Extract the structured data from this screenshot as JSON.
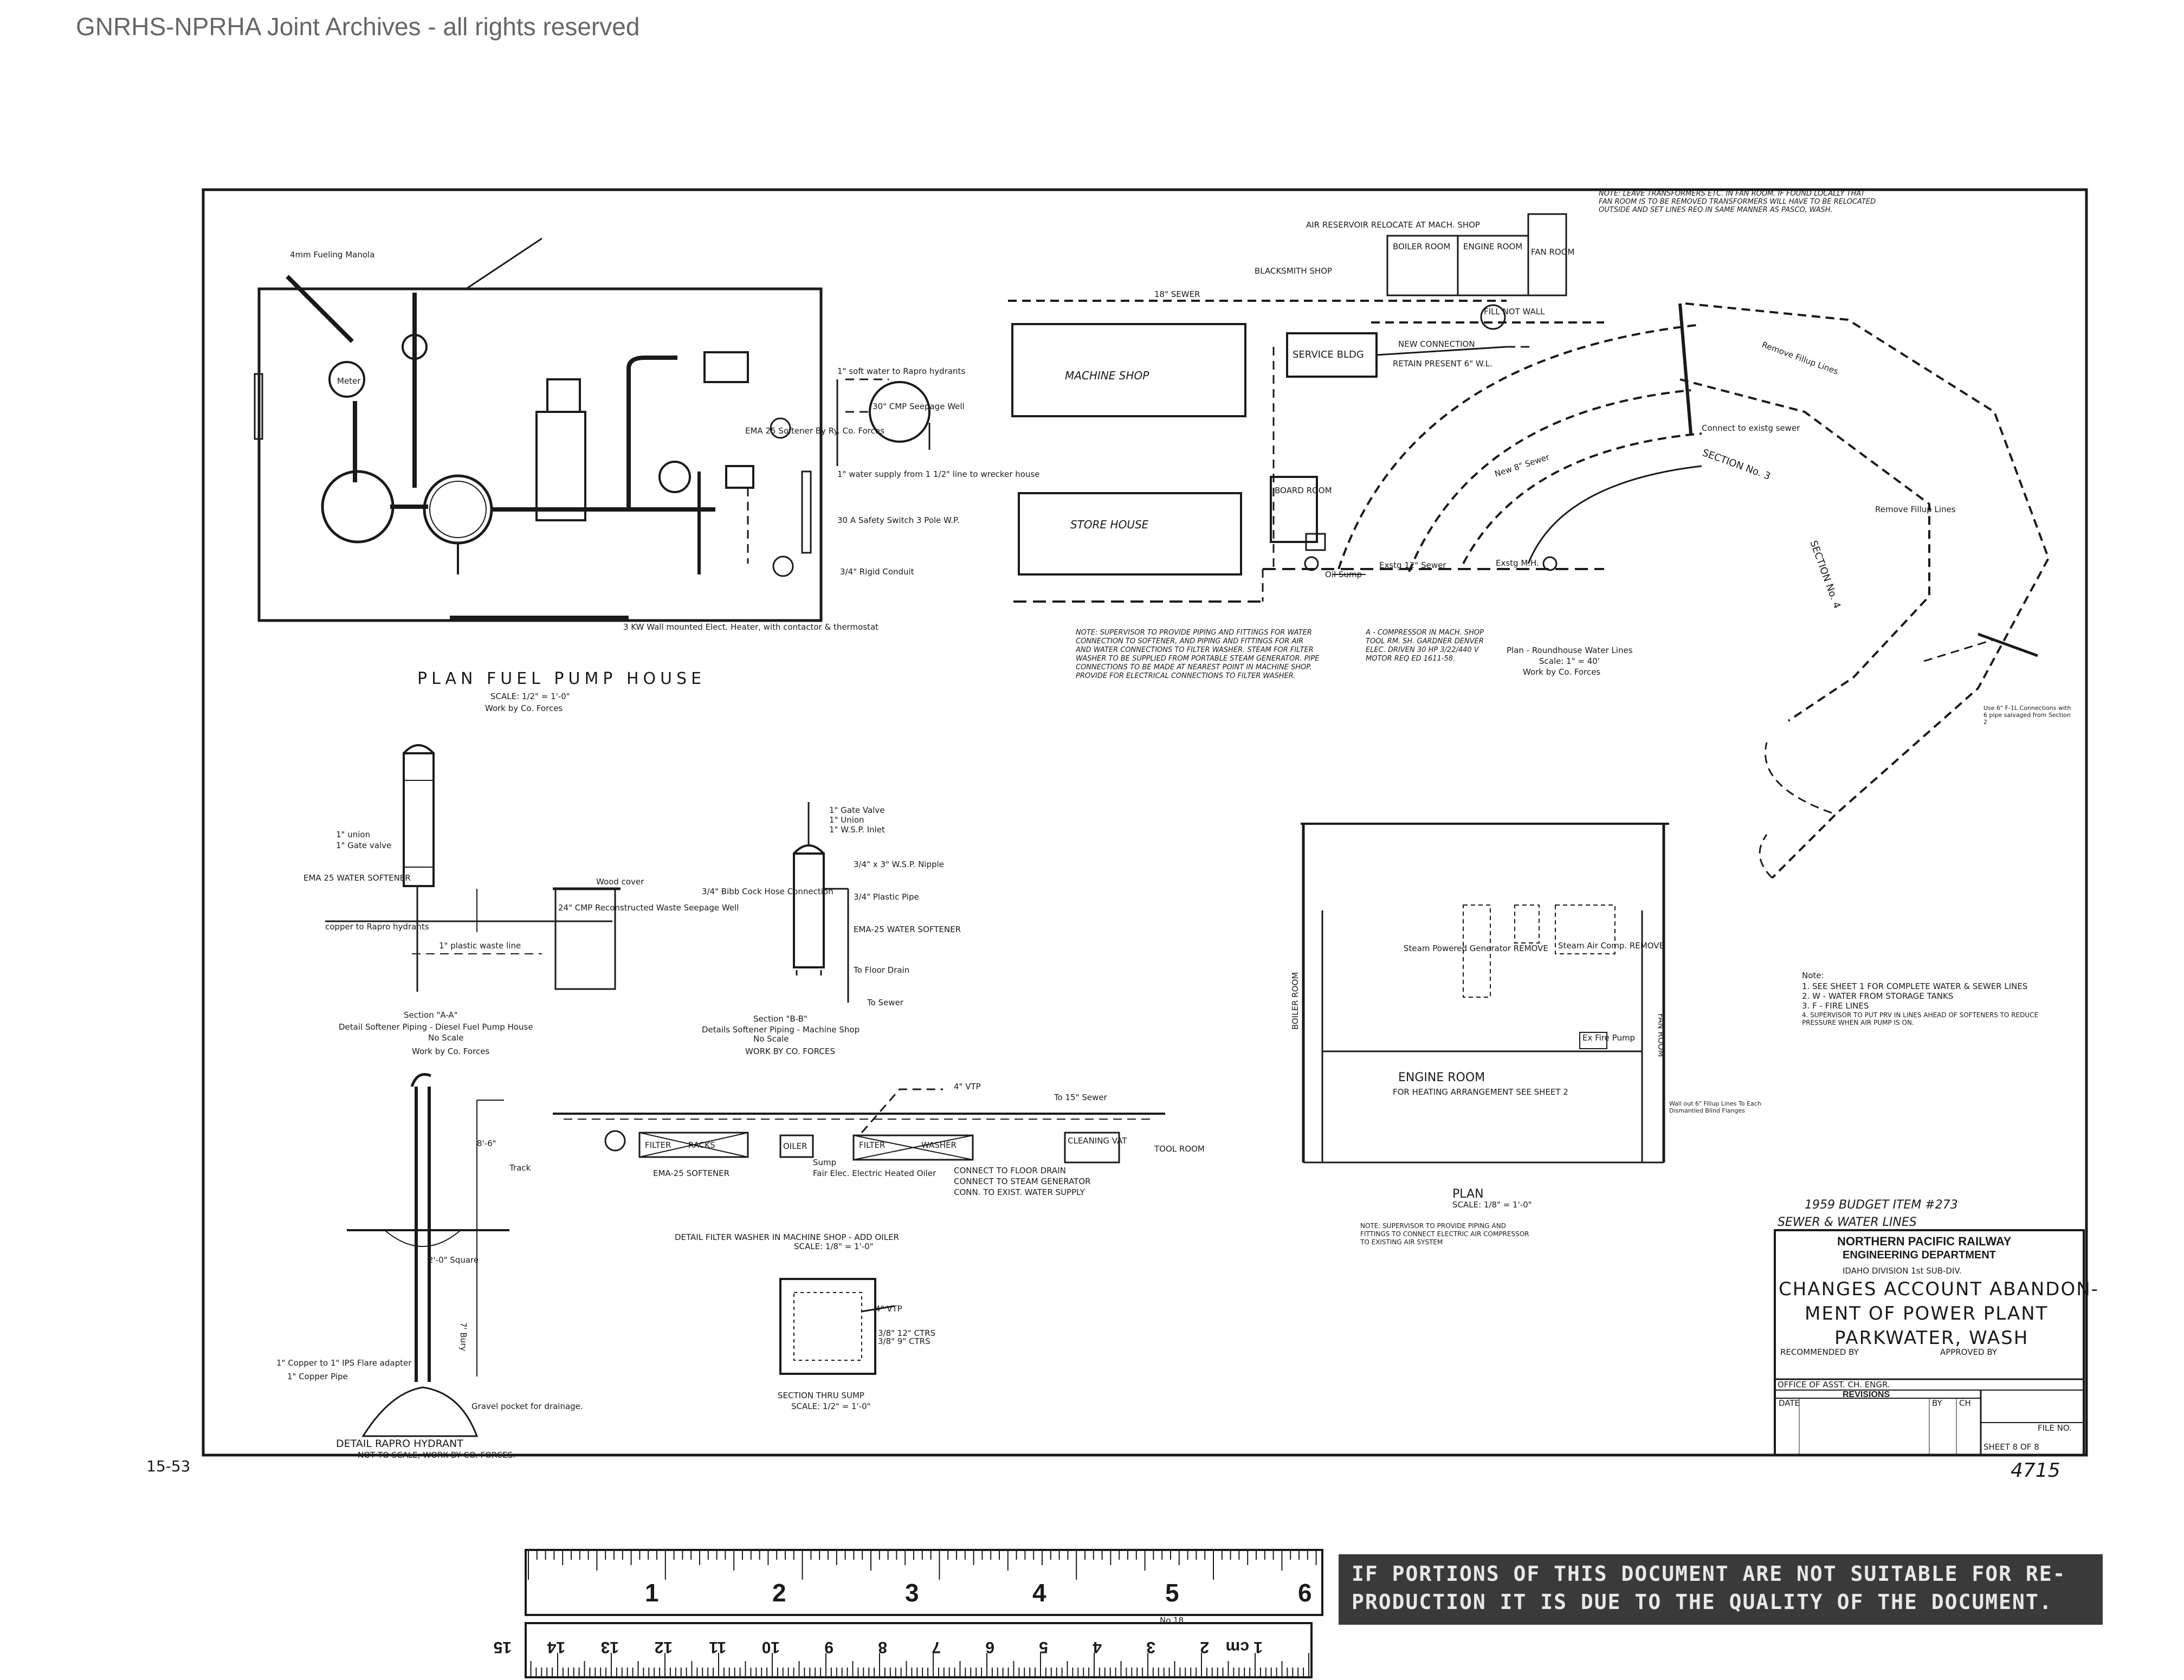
{
  "watermark": "GNRHS-NPRHA Joint Archives - all rights reserved",
  "notice": {
    "line1": "IF PORTIONS OF THIS DOCUMENT ARE NOT SUITABLE FOR RE-",
    "line2": "PRODUCTION IT IS DUE TO THE QUALITY OF THE DOCUMENT."
  },
  "ruler": {
    "inches": [
      "1",
      "2",
      "3",
      "4",
      "5",
      "6"
    ],
    "cm": [
      "1 cm",
      "2",
      "3",
      "4",
      "5",
      "6",
      "7",
      "8",
      "9",
      "10",
      "11",
      "12",
      "13",
      "14",
      "15"
    ],
    "mark": "No.18"
  },
  "fuel_pump_house": {
    "title": "PLAN FUEL PUMP HOUSE",
    "scale": "SCALE: 1/2\" = 1'-0\"",
    "work": "Work by Co. Forces",
    "labels": {
      "meter": "Meter",
      "fueling_manola": "4mm Fueling Manola",
      "soft_water": "1\" soft water to Rapro hydrants",
      "cmp": "30\" CMP Seepage Well",
      "softener": "EMA 25 Softener By Ry. Co. Forces",
      "water_supply": "1\" water supply from 1 1/2\" line to wrecker house",
      "safety_switch": "30 A Safety Switch 3 Pole W.P.",
      "conduit": "3/4\" Rigid Conduit",
      "heater": "3 KW Wall mounted Elect. Heater, with contactor & thermostat"
    }
  },
  "roundhouse": {
    "title": "Plan - Roundhouse Water Lines",
    "scale": "Scale: 1\" = 40'",
    "work": "Work by Co. Forces",
    "buildings": {
      "machine_shop": "MACHINE SHOP",
      "store_house": "STORE HOUSE",
      "service_bldg": "SERVICE BLDG",
      "board_room": "BOARD ROOM",
      "boiler_room": "BOILER ROOM",
      "engine_room": "ENGINE ROOM",
      "fan_room": "FAN ROOM",
      "blacksmith_shop": "BLACKSMITH SHOP",
      "air_reservoir": "AIR RESERVOIR RELOCATE AT MACH. SHOP"
    },
    "labels": {
      "new_connection": "NEW CONNECTION",
      "retain": "RETAIN PRESENT 6\" W.L.",
      "sewer_18": "18\" SEWER",
      "new_sewer": "New 8\" Sewer",
      "existing_mh": "Exstg M.H.",
      "oil_sump": "Oil Sump",
      "existing_sewer": "Exstg 12\" Sewer",
      "connect": "Connect to existg sewer",
      "section3": "SECTION No. 3",
      "section4": "SECTION No. 4",
      "remove_fillup": "Remove Fillup Lines",
      "remove_pipe": "Remove Fillup Lines",
      "fill_not_wall": "FILL NOT WALL",
      "remove_lines_sect2": "Use 6\" F-1L Connections with 6 pipe salvaged from Section 2"
    },
    "note_transformers": "NOTE: LEAVE TRANSFORMERS ETC. IN FAN ROOM. IF FOUND LOCALLY THAT FAN ROOM IS TO BE REMOVED TRANSFORMERS WILL HAVE TO BE RELOCATED OUTSIDE AND SET LINES REQ IN SAME MANNER AS PASCO, WASH.",
    "note_supervisor": "NOTE: SUPERVISOR TO PROVIDE PIPING AND FITTINGS FOR WATER CONNECTION TO SOFTENER, AND PIPING AND FITTINGS FOR AIR AND WATER CONNECTIONS TO FILTER WASHER. STEAM FOR FILTER WASHER TO BE SUPPLIED FROM PORTABLE STEAM GENERATOR. PIPE CONNECTIONS TO BE MADE AT NEAREST POINT IN MACHINE SHOP. PROVIDE FOR ELECTRICAL CONNECTIONS TO FILTER WASHER.",
    "note_compressor": "A - COMPRESSOR IN MACH. SHOP TOOL RM. SH. GARDNER DENVER ELEC. DRIVEN 30 HP 3/22/440 V MOTOR REQ ED 1611-58."
  },
  "section_aa": {
    "title": "Section \"A-A\"",
    "subtitle": "Detail Softener Piping - Diesel Fuel Pump House",
    "scale": "No Scale",
    "work": "Work by Co. Forces",
    "labels": {
      "softener": "EMA 25 WATER SOFTENER",
      "cmp": "24\" CMP Reconstructed Waste Seepage Well",
      "wood_cover": "Wood cover",
      "plastic_waste": "1\" plastic waste line",
      "copper": "copper to Rapro hydrants",
      "union": "1\" union",
      "gate_valve": "1\" Gate valve"
    }
  },
  "section_bb": {
    "title": "Section \"B-B\"",
    "subtitle": "Details Softener Piping - Machine Shop",
    "scale": "No Scale",
    "work": "WORK BY CO. FORCES",
    "labels": {
      "gate_valve": "1\" Gate Valve",
      "union": "1\" Union",
      "inlet": "1\" W.S.P. Inlet",
      "bibb": "3/4\" Bibb Cock Hose Connection",
      "softener": "EMA-25 WATER SOFTENER",
      "floor_drain": "To Floor Drain",
      "sewer": "To Sewer",
      "nipple": "3/4\" x 3\" W.S.P. Nipple",
      "plastic": "3/4\" Plastic Pipe"
    }
  },
  "rapro": {
    "title": "DETAIL RAPRO HYDRANT",
    "subtitle": "NOT TO SCALE, WORK BY CO. FORCES.",
    "labels": {
      "dim_86": "8'-6\"",
      "track": "Track",
      "square": "2'-0\" Square",
      "bury": "7' Bury",
      "copper_adapter": "1\" Copper to 1\" IPS Flare adapter",
      "copper_pipe": "1\" Copper Pipe",
      "gravel": "Gravel pocket for drainage."
    }
  },
  "filter_washer": {
    "title": "DETAIL FILTER WASHER IN MACHINE SHOP - ADD OILER",
    "scale": "SCALE: 1/8\" = 1'-0\"",
    "labels": {
      "filter": "FILTER",
      "racks": "RACKS",
      "oiler": "OILER",
      "washer": "WASHER",
      "cleaning_vat": "CLEANING VAT",
      "tool_room": "TOOL ROOM",
      "sewer": "To 15\" Sewer",
      "vtp": "4\" VTP",
      "softener": "EMA-25 SOFTENER",
      "sump": "Sump",
      "fair_elec": "Fair Elec. Electric Heated Oiler",
      "connect_floor": "CONNECT TO FLOOR DRAIN",
      "connect_steam": "CONNECT TO STEAM GENERATOR",
      "conn_water": "CONN. TO EXIST. WATER SUPPLY"
    }
  },
  "sump": {
    "title": "SECTION THRU SUMP",
    "scale": "SCALE: 1/2\" = 1'-0\"",
    "labels": {
      "vtp": "4\" VTP",
      "bars1": "3/8\" 12\" CTRS",
      "bars2": "3/8\" 9\" CTRS"
    }
  },
  "engine_room_plan": {
    "title": "PLAN",
    "scale": "SCALE: 1/8\" = 1'-0\"",
    "engine_room": "ENGINE ROOM",
    "heating": "FOR HEATING ARRANGEMENT SEE SHEET 2",
    "boiler_room": "BOILER ROOM",
    "fan_room": "FAN ROOM",
    "steam_generator": "Steam Powered Generator REMOVE",
    "steam_air": "Steam Air Comp. REMOVE",
    "ex_fire_pump": "Ex Fire Pump",
    "wall_out": "Wall out 6\" Fillup Lines To Each Dismantled Blind Flanges",
    "note": "NOTE: SUPERVISOR TO PROVIDE PIPING AND FITTINGS TO CONNECT ELECTRIC AIR COMPRESSOR TO EXISTING AIR SYSTEM"
  },
  "notes": {
    "heading": "Note:",
    "items": [
      "1. SEE SHEET 1 FOR COMPLETE WATER & SEWER LINES",
      "2. W - WATER FROM STORAGE TANKS",
      "3. F - FIRE LINES",
      "4. SUPERVISOR TO PUT PRV IN LINES AHEAD OF SOFTENERS TO REDUCE PRESSURE WHEN AIR PUMP IS ON."
    ]
  },
  "title_block": {
    "budget": "1959 BUDGET ITEM #273",
    "subject": "SEWER & WATER LINES",
    "company": "NORTHERN PACIFIC RAILWAY",
    "dept": "ENGINEERING DEPARTMENT",
    "division": "IDAHO DIVISION 1st SUB-DIV.",
    "title1": "CHANGES ACCOUNT ABANDON-",
    "title2": "MENT OF POWER PLANT",
    "title3": "PARKWATER, WASH",
    "recommended": "RECOMMENDED BY",
    "approved": "APPROVED BY",
    "office": "OFFICE OF ASST. CH. ENGR.",
    "revisions": "REVISIONS",
    "date_col": "DATE",
    "by_col": "BY",
    "ch_col": "CH",
    "sheet": "SHEET 8 OF 8",
    "file_no": "FILE NO."
  },
  "sheet_number": "4715",
  "margin_left": "15-53"
}
